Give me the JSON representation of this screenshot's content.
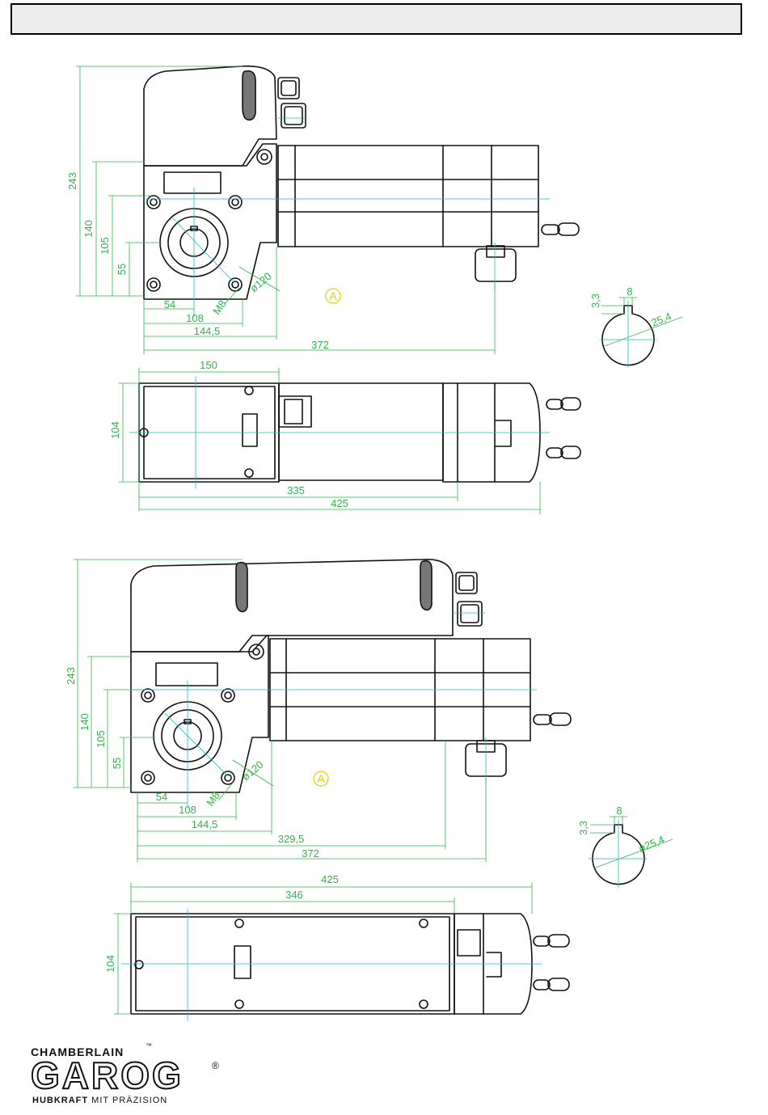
{
  "colors": {
    "outline": "#111111",
    "dimension": "#2fb54a",
    "centerline": "#1fb8c8",
    "label": "#e2d000"
  },
  "drawing1": {
    "side": {
      "h243": "243",
      "h140": "140",
      "h105": "105",
      "h55": "55",
      "w54": "54",
      "w108": "108",
      "w144": "144,5",
      "w372": "372",
      "dia120": "ø120",
      "m8": "M8",
      "view_label": "A"
    },
    "top": {
      "w150": "150",
      "h104": "104",
      "w335": "335",
      "w425": "425"
    },
    "shaft": {
      "d33": "3,3",
      "d8": "8",
      "d254": "25,4"
    }
  },
  "drawing2": {
    "side": {
      "h243": "243",
      "h140": "140",
      "h105": "105",
      "h55": "55",
      "w54": "54",
      "w108": "108",
      "w144": "144,5",
      "w3295": "329,5",
      "w372": "372",
      "dia120": "ø120",
      "m8": "M8",
      "view_label": "A"
    },
    "shaft": {
      "d33": "3,3",
      "d8": "8",
      "d254": "ø25,4"
    },
    "top": {
      "w425": "425",
      "w346": "346",
      "h104": "104"
    }
  },
  "logo": {
    "top": "CHAMBERLAIN",
    "tm": "™",
    "main": "GAROG",
    "reg": "®",
    "tag_bold": "HUBKRAFT",
    "tag_rest": " MIT PRÄZISION"
  }
}
